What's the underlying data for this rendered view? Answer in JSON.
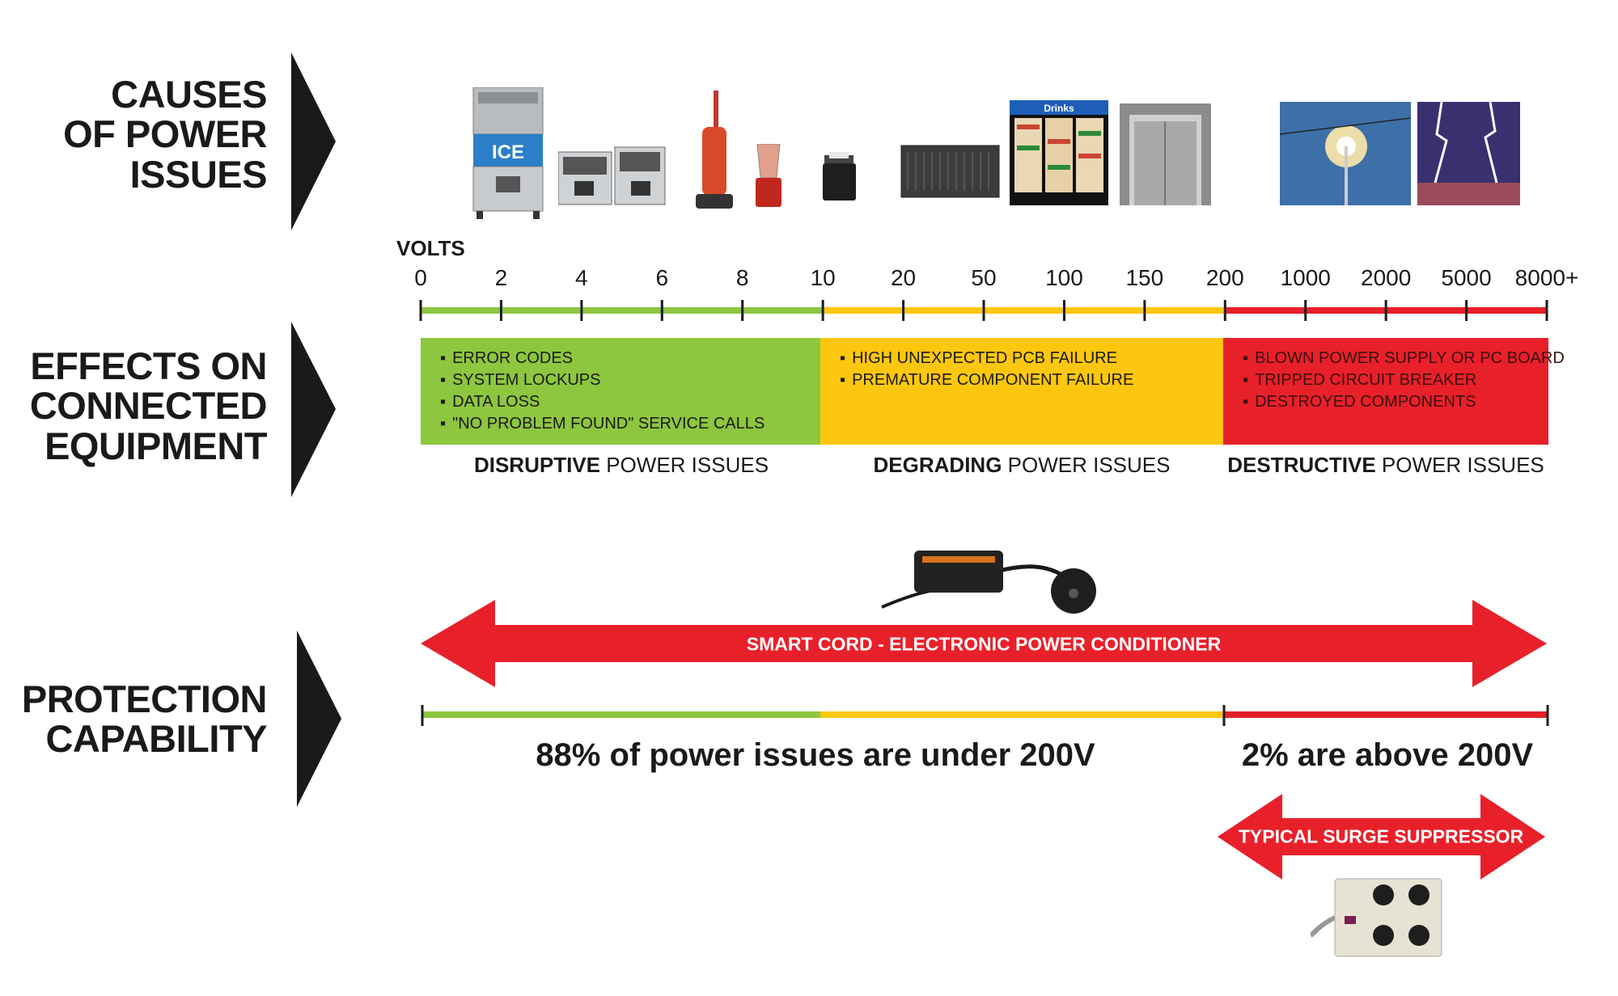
{
  "rows": {
    "causes": [
      "CAUSES",
      "OF POWER",
      "ISSUES"
    ],
    "effects": [
      "EFFECTS ON",
      "CONNECTED",
      "EQUIPMENT"
    ],
    "protection": [
      "PROTECTION",
      "CAPABILITY"
    ]
  },
  "scale": {
    "title": "VOLTS",
    "ticks": [
      "0",
      "2",
      "4",
      "6",
      "8",
      "10",
      "20",
      "50",
      "100",
      "150",
      "200",
      "1000",
      "2000",
      "5000",
      "8000+"
    ]
  },
  "effects": {
    "disruptive": {
      "items": [
        "ERROR CODES",
        "SYSTEM LOCKUPS",
        "DATA LOSS",
        "\"NO PROBLEM FOUND\" SERVICE CALLS"
      ],
      "label_bold": "DISRUPTIVE",
      "label_rest": " POWER ISSUES",
      "color": "#8dc63f"
    },
    "degrading": {
      "items": [
        "HIGH UNEXPECTED PCB FAILURE",
        "PREMATURE COMPONENT FAILURE"
      ],
      "label_bold": "DEGRADING",
      "label_rest": " POWER ISSUES",
      "color": "#fdc70f"
    },
    "destructive": {
      "items": [
        "BLOWN POWER SUPPLY OR PC BOARD",
        "TRIPPED CIRCUIT BREAKER",
        "DESTROYED COMPONENTS"
      ],
      "label_bold": "DESTRUCTIVE",
      "label_rest": " POWER ISSUES",
      "color": "#e8202a"
    }
  },
  "protection": {
    "smart_cord": "SMART CORD - ELECTRONIC POWER CONDITIONER",
    "under": "88% of power issues are under 200V",
    "above": "2% are above 200V",
    "surge": "TYPICAL SURGE SUPPRESSOR"
  },
  "images": {
    "ice": "ICE",
    "drinks_sign": "Drinks"
  },
  "colors": {
    "green": "#8dc63f",
    "yellow": "#fdc70f",
    "red": "#e8202a",
    "dark": "#1a1a1a"
  }
}
